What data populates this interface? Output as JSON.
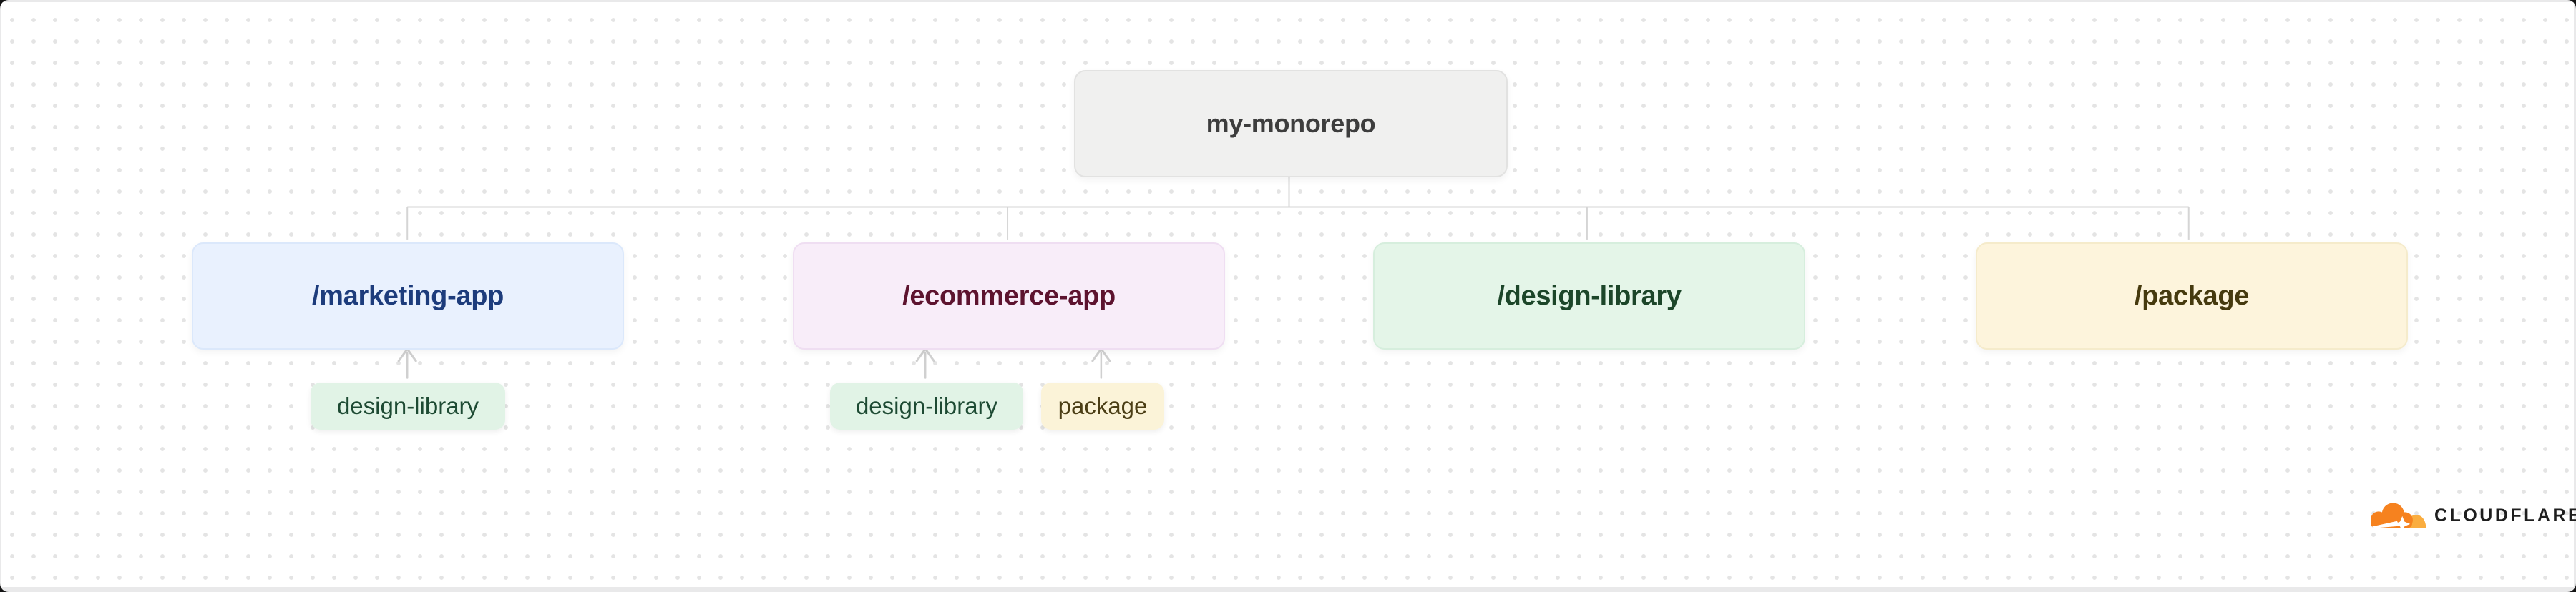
{
  "diagram": {
    "root": {
      "label": "my-monorepo",
      "fill": "#f0f0ef",
      "text_color": "#3d3d3d"
    },
    "children": [
      {
        "label": "/marketing-app",
        "fill": "#e9f1fe",
        "text_color": "#1d3c7c",
        "dependencies": [
          "design-library"
        ]
      },
      {
        "label": "/ecommerce-app",
        "fill": "#f8edf9",
        "text_color": "#5d132f",
        "dependencies": [
          "design-library",
          "package"
        ]
      },
      {
        "label": "/design-library",
        "fill": "#e4f5e8",
        "text_color": "#1c4629",
        "dependencies": []
      },
      {
        "label": "/package",
        "fill": "#fdf4dc",
        "text_color": "#463a0e",
        "dependencies": []
      }
    ],
    "badge_colors": {
      "design_library_fill": "#e1f3e6",
      "design_library_text": "#1d4a33",
      "package_fill": "#fbf3d8",
      "package_text": "#4b3e15"
    },
    "connector_color": "#d5d5d5"
  },
  "branding": {
    "logo_text": "CLOUDFLARE",
    "cloud_orange": "#F6821F",
    "cloud_light_orange": "#FAAD3F"
  }
}
